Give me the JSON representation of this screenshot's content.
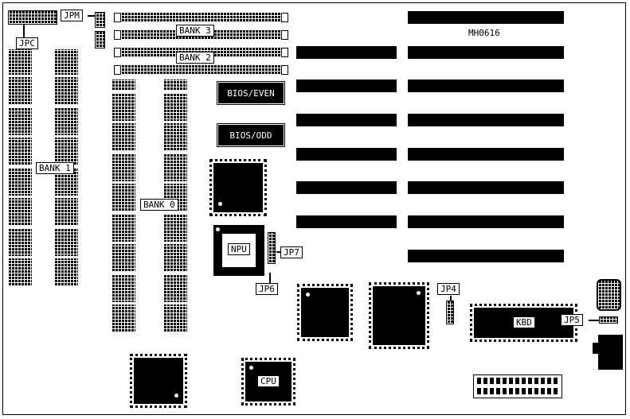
{
  "diagram": {
    "board_id": "MH0616",
    "labels": {
      "jpc": "JPC",
      "jpm": "JPM",
      "bank3": "BANK 3",
      "bank2": "BANK 2",
      "bank1": "BANK 1",
      "bank0": "BANK 0",
      "bios_even": "BIOS/EVEN",
      "bios_odd": "BIOS/ODD",
      "npu": "NPU",
      "jp7": "JP7",
      "jp6": "JP6",
      "jp4": "JP4",
      "jp5": "JP5",
      "kbd": "KBD",
      "cpu": "CPU"
    },
    "colors": {
      "ink": "#000000",
      "paper": "#ffffff"
    }
  }
}
